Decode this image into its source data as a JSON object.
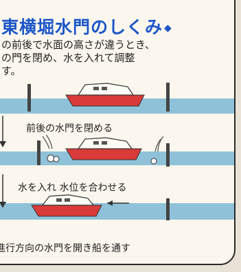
{
  "title": "東横堀水門のしくみ",
  "title_mark": "◆",
  "description": [
    "の前後で水面の高さが違うとき、",
    "の門を閉め、水を入れて調整",
    "す。"
  ],
  "steps": [
    "前後の水門を閉める",
    "水を入れ 水位を合わせる",
    "進行方向の水門を開き船を通す"
  ],
  "colors": {
    "title": "#1c56c9",
    "water": "#8fc2d8",
    "boat_hull": "#d93a3a",
    "gate": "#444444",
    "paper": "#fbf7ee"
  }
}
